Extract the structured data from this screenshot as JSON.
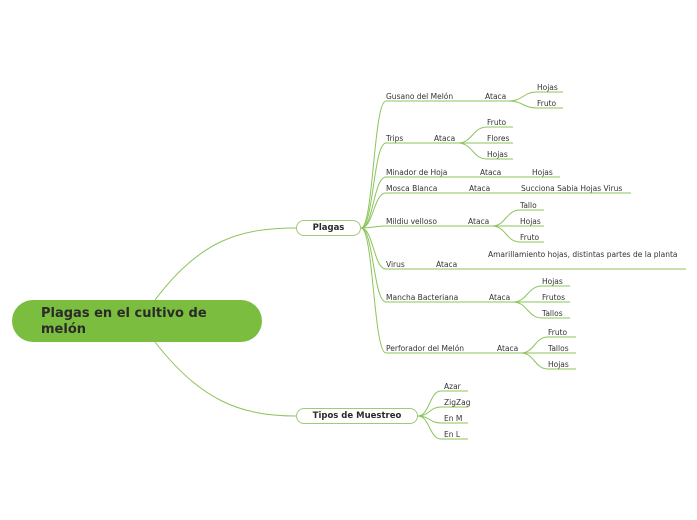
{
  "central_topic": "Plagas en el cultivo de melón",
  "colors": {
    "accent": "#7bbd3e",
    "line": "#8cc45a",
    "node_border": "#9fca78"
  },
  "branches": [
    {
      "label": "Plagas",
      "children": [
        {
          "label": "Gusano del Melón",
          "relation": "Ataca",
          "targets": [
            "Hojas",
            "Fruto"
          ]
        },
        {
          "label": "Trips",
          "relation": "Ataca",
          "targets": [
            "Fruto",
            "Flores",
            "Hojas"
          ]
        },
        {
          "label": "Minador de Hoja",
          "relation": "Ataca",
          "targets": [
            "Hojas"
          ]
        },
        {
          "label": "Mosca Blanca",
          "relation": "Ataca",
          "targets": [
            "Succiona Sabia Hojas Virus"
          ]
        },
        {
          "label": "Mildiu velloso",
          "relation": "Ataca",
          "targets": [
            "Tallo",
            "Hojas",
            "Fruto"
          ]
        },
        {
          "label": "Virus",
          "relation": "Ataca",
          "targets": [
            "Amarillamiento hojas, distintas partes de la planta"
          ]
        },
        {
          "label": "Mancha Bacteriana",
          "relation": "Ataca",
          "targets": [
            "Hojas",
            "Frutos",
            "Tallos"
          ]
        },
        {
          "label": "Perforador del Melón",
          "relation": "Ataca",
          "targets": [
            "Fruto",
            "Tallos",
            "Hojas"
          ]
        }
      ]
    },
    {
      "label": "Tipos de Muestreo",
      "children": [
        {
          "label": "Azar"
        },
        {
          "label": "ZigZag"
        },
        {
          "label": "En M"
        },
        {
          "label": "En L"
        }
      ]
    }
  ]
}
